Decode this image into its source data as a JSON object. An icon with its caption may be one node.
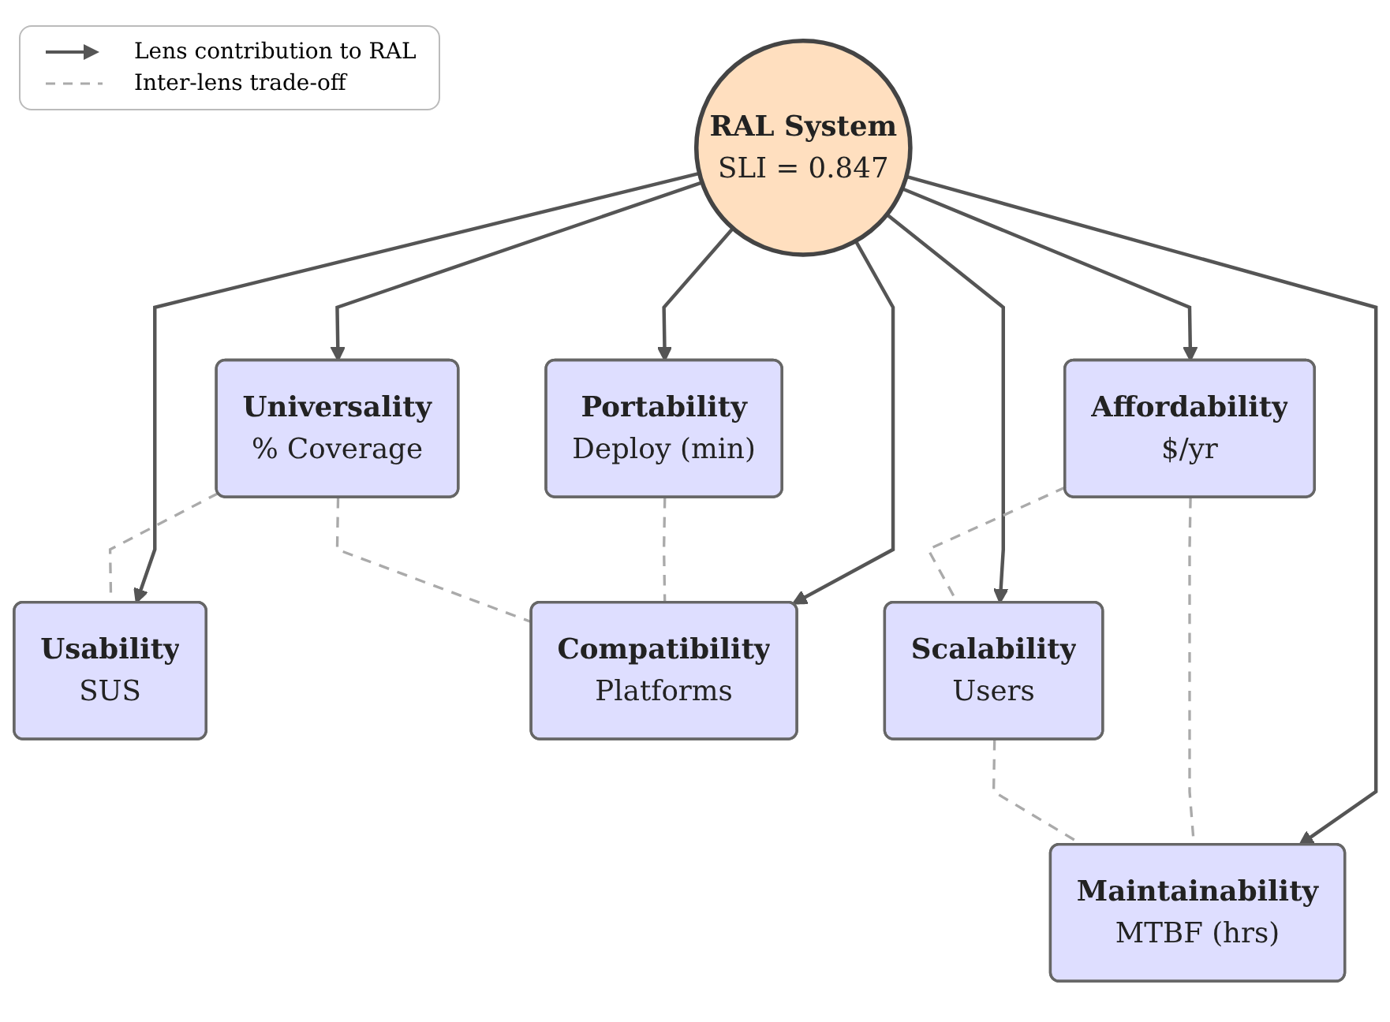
{
  "diagram": {
    "nodes": [
      {
        "text": [
          "Affordability",
          "$/yr"
        ]
      },
      {
        "text": [
          "Universality",
          "% Coverage"
        ]
      },
      {
        "text": [
          "Portability",
          "Deploy (min)"
        ]
      },
      {
        "text": [
          "RAL System",
          "SLI = 0.847"
        ]
      },
      {
        "text": [
          "Usability",
          "SUS"
        ]
      },
      {
        "text": [
          "Scalability",
          "Users"
        ]
      },
      {
        "text": [
          "Maintainability",
          "MTBF (hrs)"
        ]
      },
      {
        "text": [
          "Compatibility",
          "Platforms"
        ]
      }
    ],
    "edges": [
      {
        "from": 3,
        "to": 0,
        "arrow": "to"
      },
      {
        "from": 3,
        "to": 1,
        "arrow": "to"
      },
      {
        "from": 3,
        "to": 2,
        "arrow": "to"
      },
      {
        "from": 3,
        "to": 4,
        "arrow": "to"
      },
      {
        "from": 3,
        "to": 5,
        "arrow": "to"
      },
      {
        "from": 3,
        "to": 6,
        "arrow": "to"
      },
      {
        "from": 3,
        "to": 7,
        "arrow": "to"
      },
      {
        "from": 0,
        "to": 6,
        "arrow": "none",
        "style": "dashed",
        "color": "#aaaaaa"
      },
      {
        "from": 0,
        "to": 5,
        "arrow": "none",
        "style": "dashed",
        "color": "#aaaaaa"
      },
      {
        "from": 2,
        "to": 7,
        "arrow": "none",
        "style": "dashed",
        "color": "#aaaaaa"
      },
      {
        "from": 1,
        "to": 4,
        "arrow": "none",
        "style": "dashed",
        "color": "#aaaaaa"
      },
      {
        "from": 1,
        "to": 7,
        "arrow": "none",
        "style": "dashed",
        "color": "#aaaaaa"
      },
      {
        "from": 5,
        "to": 6,
        "arrow": "none",
        "style": "dashed",
        "color": "#aaaaaa"
      }
    ],
    "legend": [
      {
        "text": "Lens contribution to RAL"
      },
      {
        "text": "Inter-lens trade-off"
      }
    ]
  }
}
